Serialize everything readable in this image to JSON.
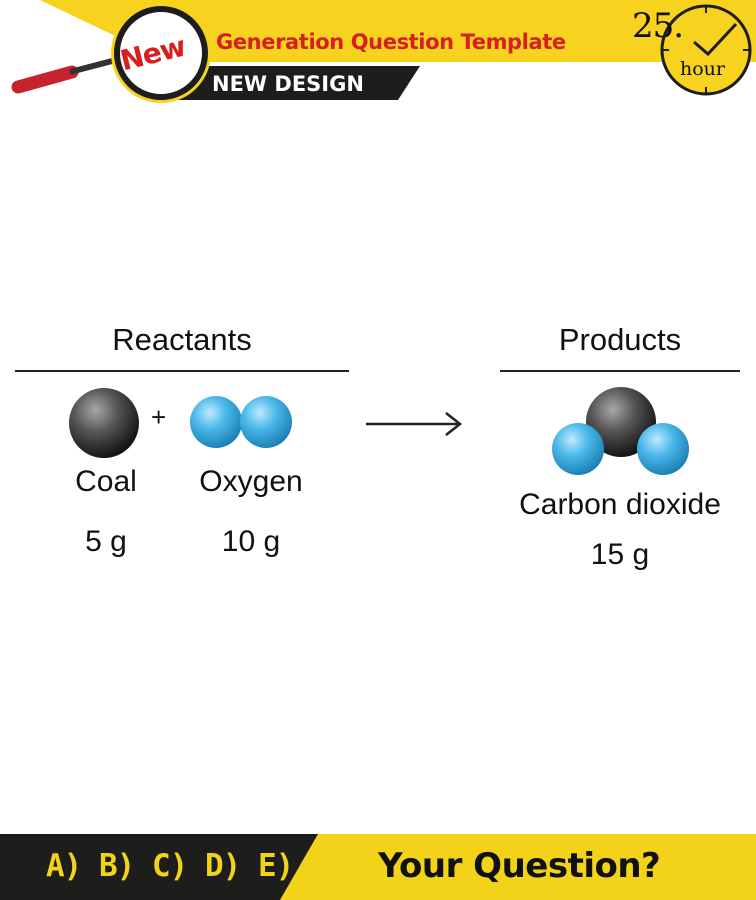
{
  "header": {
    "badge": "New",
    "title": "Generation Question Template",
    "subtitle": "NEW DESIGN",
    "clock_number": "25.",
    "clock_unit": "hour"
  },
  "diagram": {
    "reactants_heading": "Reactants",
    "products_heading": "Products",
    "plus_sign": "+",
    "reactants": [
      {
        "name": "Coal",
        "mass": "5 g"
      },
      {
        "name": "Oxygen",
        "mass": "10 g"
      }
    ],
    "products": [
      {
        "name": "Carbon dioxide",
        "mass": "15 g"
      }
    ],
    "colors": {
      "carbon": "#2b2b2b",
      "oxygen": "#3aaee0"
    }
  },
  "footer": {
    "options": "A) B) C) D) E)",
    "question": "Your Question?",
    "colors": {
      "dark": "#1d1d1b",
      "accent": "#f2d31a"
    }
  }
}
